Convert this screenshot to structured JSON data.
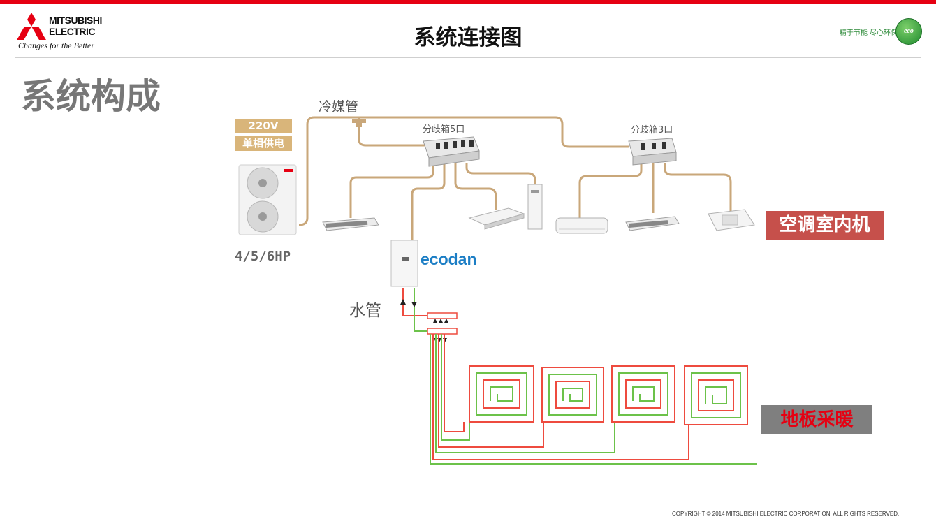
{
  "brand": {
    "name_line1": "MITSUBISHI",
    "name_line2": "ELECTRIC",
    "tagline": "Changes for the Better",
    "slogan": "精于节能 尽心环保",
    "eco_badge": "eco"
  },
  "page_title": "系统连接图",
  "section_title": "系统构成",
  "diagram": {
    "refrigerant_pipe_label": "冷媒管",
    "water_pipe_label": "水管",
    "branch_box_5": "分歧箱5口",
    "branch_box_3": "分歧箱3口",
    "voltage_label": "220V",
    "phase_label": "单相供电",
    "capacity_label": "4/5/6HP",
    "ecodan_logo": "ecodan",
    "indoor_units_label": "空调室内机",
    "floor_heating_label": "地板采暖"
  },
  "colors": {
    "accent_red": "#e60012",
    "refrigerant_pipe": "#c9a77a",
    "hot_water": "#ee4b3f",
    "return_water": "#6cc24a"
  },
  "copyright": "COPYRIGHT © 2014 MITSUBISHI ELECTRIC CORPORATION. ALL RIGHTS RESERVED."
}
